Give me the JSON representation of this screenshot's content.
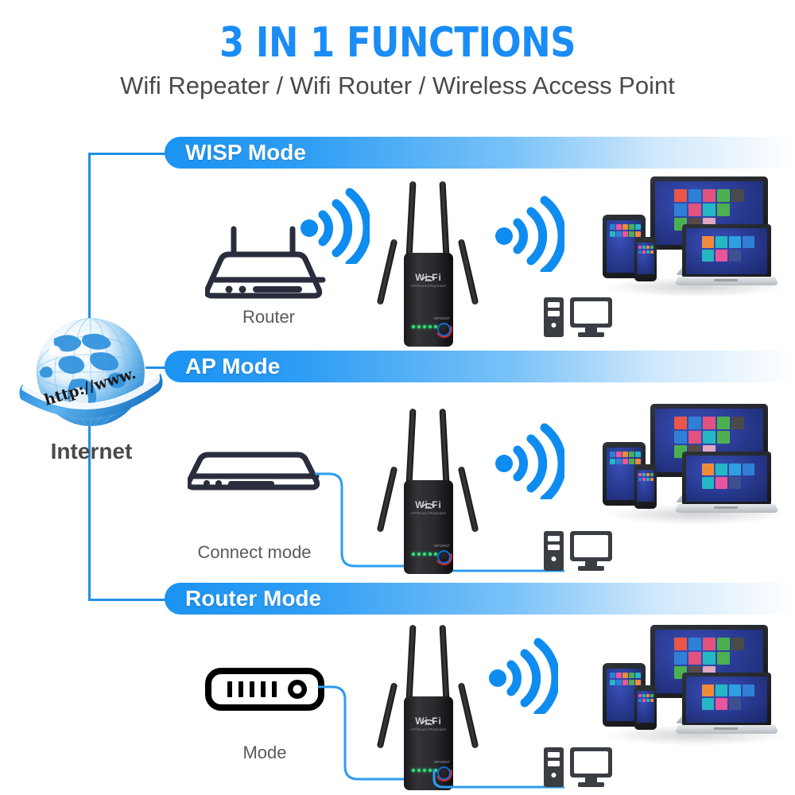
{
  "header": {
    "title": "3 IN 1 FUNCTIONS",
    "subtitle": "Wifi Repeater / Wifi Router / Wireless Access Point",
    "title_color": "#1a8cf5",
    "subtitle_color": "#4a4a4a"
  },
  "internet": {
    "label": "Internet",
    "ribbon_text": "http://www.",
    "globe_color": "#1f8fe8"
  },
  "accent": {
    "line_color": "#1f8fe8",
    "signal_color": "#0e8cf0",
    "badge_from": "#1a93f2",
    "badge_to": "#ffffff",
    "led_color": "#2fe07a"
  },
  "modes": [
    {
      "badge": "WISP Mode",
      "source_device": "router-with-antennas",
      "source_label": "Router",
      "signal_left": true,
      "signal_right": true,
      "cable_source_to_repeater": false
    },
    {
      "badge": "AP Mode",
      "source_device": "flat-modem",
      "source_label": "Connect mode",
      "signal_left": false,
      "signal_right": true,
      "cable_source_to_repeater": true
    },
    {
      "badge": "Router Mode",
      "source_device": "black-modem",
      "source_label": "Mode",
      "signal_left": false,
      "signal_right": true,
      "cable_source_to_repeater": true
    }
  ],
  "repeater": {
    "brand": "Wi Fi",
    "sub_brand": "AP/Router/Repeater",
    "wps_caption": "WPS/RST",
    "led_count": 5,
    "antenna_count": 4,
    "body_color": "#222226"
  },
  "client_devices": {
    "pc_icon_label": "desktop-pc",
    "cluster_items": [
      "monitor",
      "tablet",
      "phone",
      "laptop"
    ],
    "tiles_monitor": [
      [
        "#e8574a",
        "#2f7fd6",
        "#e0537f",
        "#4cb050",
        "#4a4a4a"
      ],
      [
        "#2f7fd6",
        "#e0537f",
        "#25b7c4",
        "#4cb050"
      ],
      [
        "#4cb050",
        "#5a4a47",
        "#e0a8c0"
      ]
    ],
    "tiles_laptop": [
      [
        "#f08a3c",
        "#25b7c4",
        "#2f9fe0",
        "#2f7fd6"
      ],
      [
        "#25b7c4",
        "#e8559c",
        "#3f4f8f"
      ]
    ],
    "tiles_tablet": [
      [
        "#2f7fd6",
        "#e8559c",
        "#f08a3c",
        "#4cb050",
        "#25b7c4"
      ],
      [
        "#25b7c4",
        "#2f7fd6",
        "#e8559c",
        "#4cb050",
        "#f08a3c"
      ]
    ],
    "tiles_phone": [
      [
        "#e8559c",
        "#25b7c4",
        "#f08a3c",
        "#4cb050"
      ],
      [
        "#2f7fd6",
        "#e8559c",
        "#25b7c4",
        "#f08a3c"
      ]
    ]
  }
}
